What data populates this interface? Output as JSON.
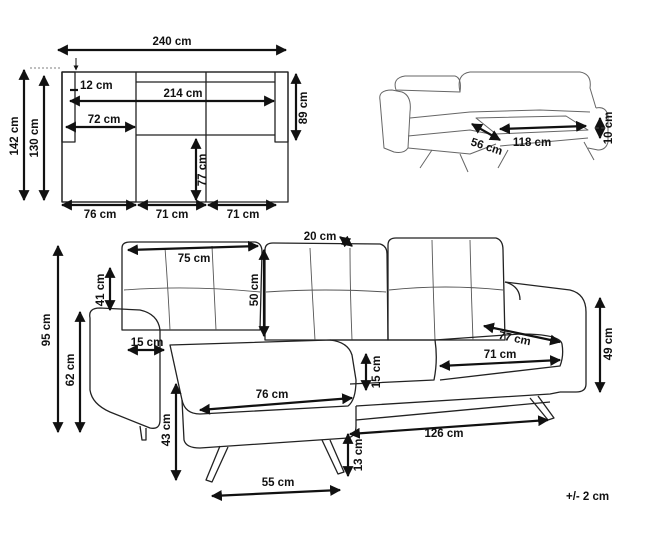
{
  "plan_view": {
    "total_width": "240 cm",
    "armrest_width": "12 cm",
    "inner_width": "214 cm",
    "chaise_seat_depth": "72 cm",
    "sofa_depth": "89 cm",
    "total_depth": "142 cm",
    "chaise_length": "130 cm",
    "seat_depth": "77 cm",
    "chaise_width": "76 cm",
    "seat_width_middle": "71 cm",
    "seat_width_right": "71 cm"
  },
  "perspective_view": {
    "depth": "56 cm",
    "length": "118 cm",
    "height": "10 cm"
  },
  "front_view": {
    "cushion_depth": "20 cm",
    "back_cushion_width": "75 cm",
    "total_height": "95 cm",
    "backrest_height": "41 cm",
    "back_cushion_height": "50 cm",
    "armrest_width": "15 cm",
    "armrest_height": "62 cm",
    "seat_depth": "77 cm",
    "seat_width": "71 cm",
    "side_arm_height": "49 cm",
    "seat_cushion_height": "15 cm",
    "chaise_width": "76 cm",
    "seat_height": "43 cm",
    "base_length": "126 cm",
    "leg_height": "13 cm",
    "leg_span": "55 cm"
  },
  "tolerance": "+/- 2 cm"
}
